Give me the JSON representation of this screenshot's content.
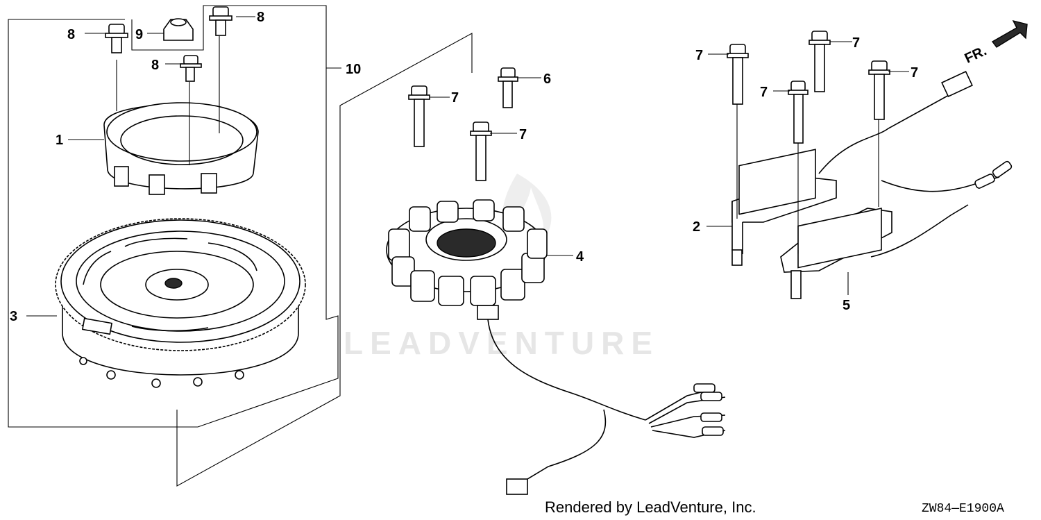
{
  "callouts": {
    "c1": "1",
    "c2": "2",
    "c3": "3",
    "c4": "4",
    "c5": "5",
    "c6": "6",
    "c7a": "7",
    "c7b": "7",
    "c7c": "7",
    "c7d": "7",
    "c7e": "7",
    "c7f": "7",
    "c8a": "8",
    "c8b": "8",
    "c8c": "8",
    "c9": "9",
    "c10": "10"
  },
  "direction_label": "FR.",
  "watermark": "LEADVENTURE",
  "credit": "Rendered by LeadVenture, Inc.",
  "diagram_code": "ZW84—E1900A"
}
